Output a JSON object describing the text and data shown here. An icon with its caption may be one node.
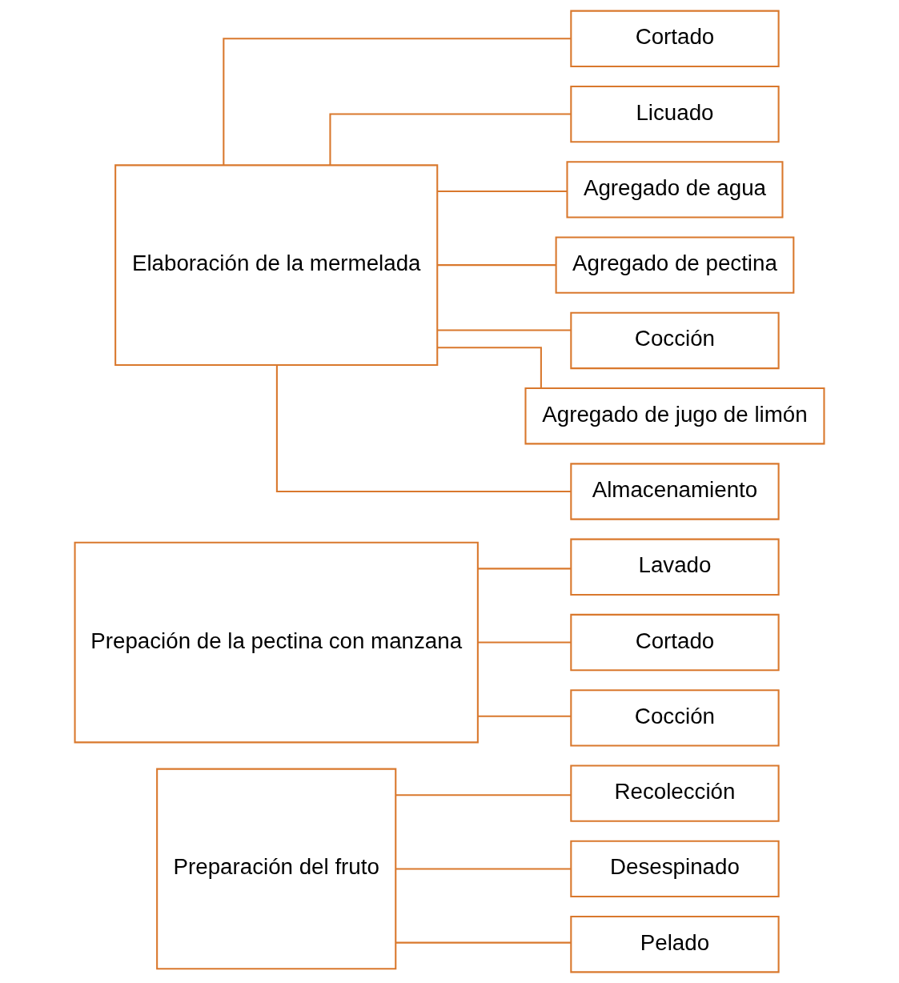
{
  "diagram": {
    "nodes": [
      {
        "text": [
          "Preparación del fruto"
        ]
      },
      {
        "text": [
          "Recolección"
        ]
      },
      {
        "text": [
          "Desespinado"
        ]
      },
      {
        "text": [
          "Pelado"
        ]
      },
      {
        "text": [
          "Prepación de la pectina con manzana"
        ]
      },
      {
        "text": [
          "Lavado"
        ]
      },
      {
        "text": [
          "Cortado"
        ]
      },
      {
        "text": [
          "Cocción"
        ]
      },
      {
        "text": [
          "Elaboración de la mermelada"
        ]
      },
      {
        "text": [
          "Cortado"
        ]
      },
      {
        "text": [
          "Licuado"
        ]
      },
      {
        "text": [
          "Agregado de agua"
        ]
      },
      {
        "text": [
          "Agregado de pectina"
        ]
      },
      {
        "text": [
          "Cocción"
        ]
      },
      {
        "text": [
          "Agregado de jugo de limón"
        ]
      },
      {
        "text": [
          "Almacenamiento"
        ]
      }
    ],
    "edges": [
      {
        "from": 0,
        "to": 1,
        "arrow": "none"
      },
      {
        "from": 0,
        "to": 2,
        "arrow": "none"
      },
      {
        "from": 0,
        "to": 3,
        "arrow": "none"
      },
      {
        "from": 4,
        "to": 5,
        "arrow": "none"
      },
      {
        "from": 4,
        "to": 6,
        "arrow": "none"
      },
      {
        "from": 4,
        "to": 7,
        "arrow": "none"
      },
      {
        "from": 8,
        "to": 9,
        "arrow": "none"
      },
      {
        "from": 8,
        "to": 10,
        "arrow": "none"
      },
      {
        "from": 8,
        "to": 11,
        "arrow": "none"
      },
      {
        "from": 8,
        "to": 12,
        "arrow": "none"
      },
      {
        "from": 8,
        "to": 13,
        "arrow": "none"
      },
      {
        "from": 8,
        "to": 14,
        "arrow": "none"
      },
      {
        "from": 8,
        "to": 15,
        "arrow": "none"
      }
    ]
  }
}
